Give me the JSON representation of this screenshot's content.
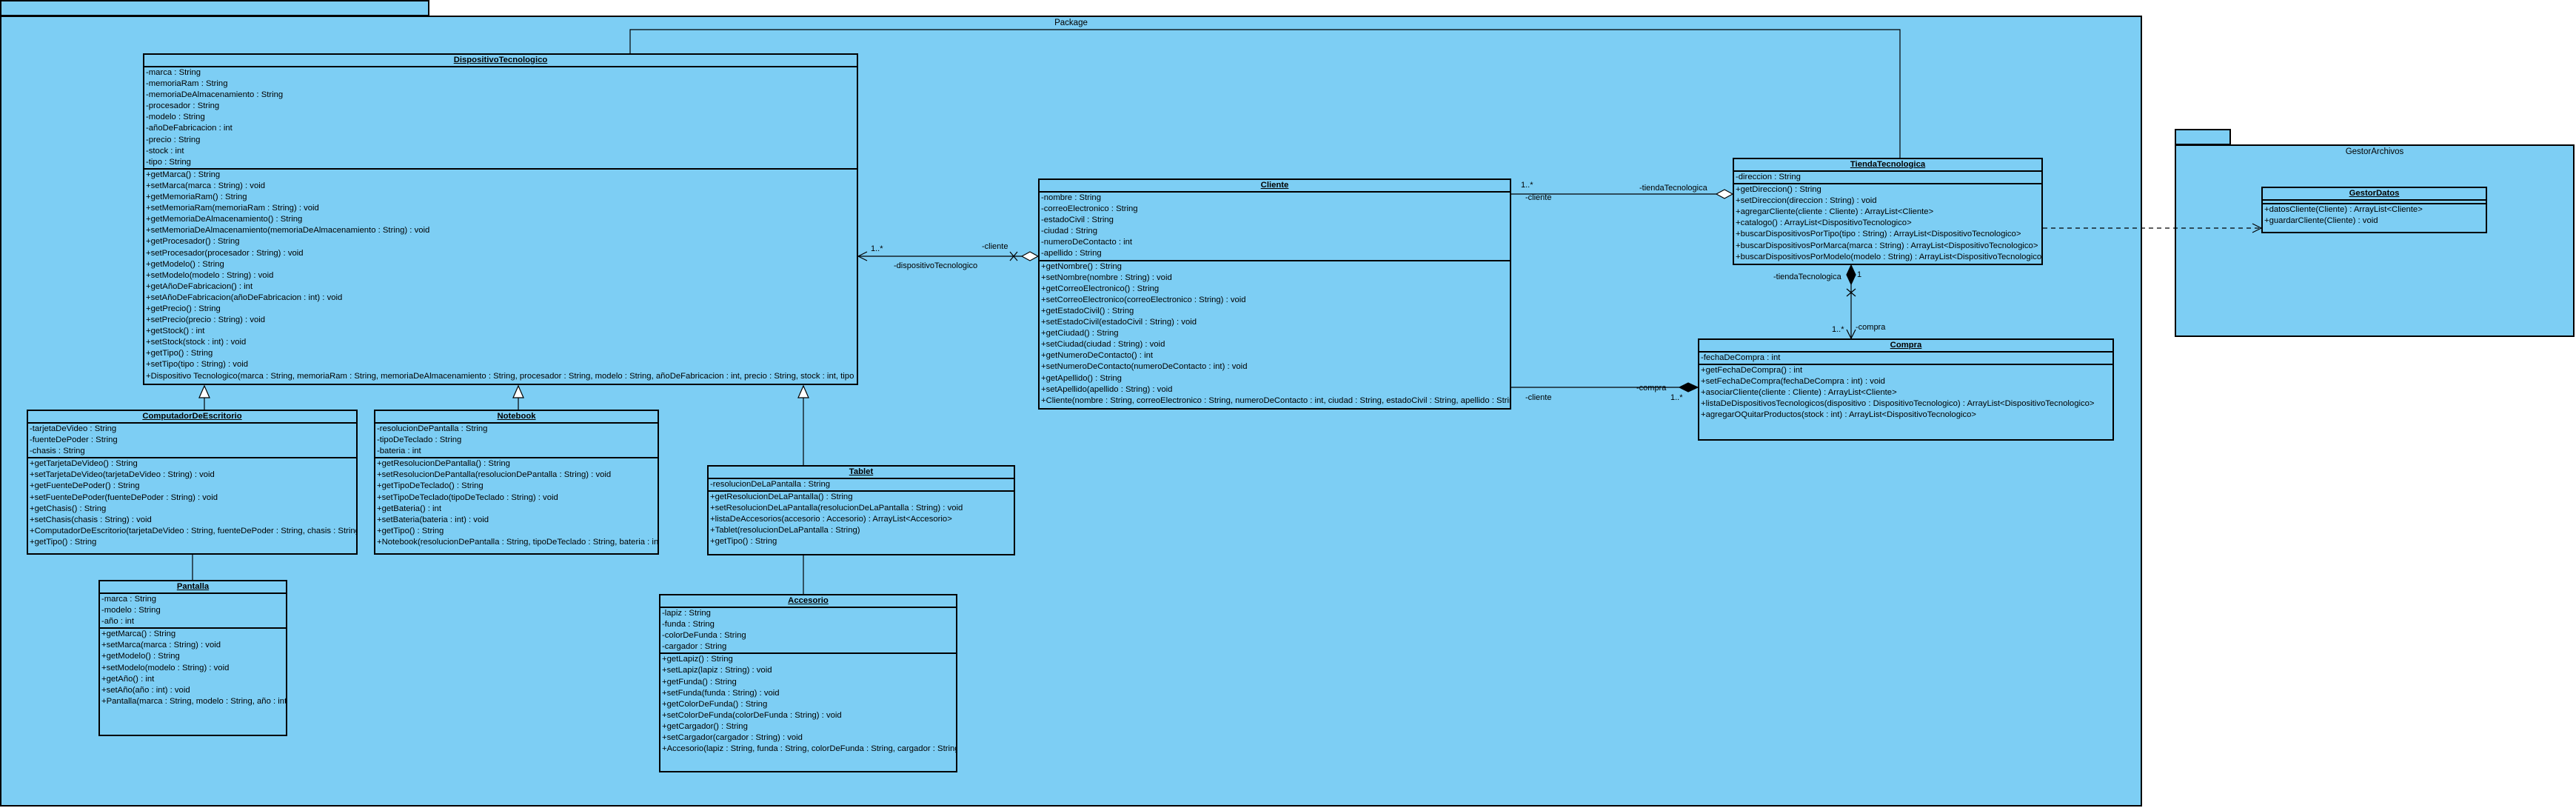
{
  "header_note": "",
  "packages": [
    {
      "id": "package",
      "label": "Package"
    },
    {
      "id": "gestor",
      "label": "GestorArchivos"
    }
  ],
  "classes": {
    "dispositivo": {
      "name": "DispositivoTecnologico",
      "attributes": [
        "-marca : String",
        "-memoriaRam : String",
        "-memoriaDeAlmacenamiento : String",
        "-procesador : String",
        "-modelo : String",
        "-añoDeFabricacion : int",
        "-precio : String",
        "-stock : int",
        "-tipo : String"
      ],
      "methods": [
        "+getMarca() : String",
        "+setMarca(marca : String) : void",
        "+getMemoriaRam() : String",
        "+setMemoriaRam(memoriaRam : String) : void",
        "+getMemoriaDeAlmacenamiento() : String",
        "+setMemoriaDeAlmacenamiento(memoriaDeAlmacenamiento : String) : void",
        "+getProcesador() : String",
        "+setProcesador(procesador : String) : void",
        "+getModelo() : String",
        "+setModelo(modelo : String) : void",
        "+getAñoDeFabricacion() : int",
        "+setAñoDeFabricacion(añoDeFabricacion : int) : void",
        "+getPrecio() : String",
        "+setPrecio(precio : String) : void",
        "+getStock() : int",
        "+setStock(stock : int) : void",
        "+getTipo() : String",
        "+setTipo(tipo : String) : void",
        "+Dispositivo Tecnologico(marca : String, memoriaRam : String, memoriaDeAlmacenamiento : String, procesador : String, modelo : String, añoDeFabricacion : int, precio : String, stock : int, tipo : String)"
      ]
    },
    "computador": {
      "name": "ComputadorDeEscritorio",
      "attributes": [
        "-tarjetaDeVideo : String",
        "-fuenteDePoder : String",
        "-chasis : String"
      ],
      "methods": [
        "+getTarjetaDeVideo() : String",
        "+setTarjetaDeVideo(tarjetaDeVideo : String) : void",
        "+getFuenteDePoder() : String",
        "+setFuenteDePoder(fuenteDePoder : String) : void",
        "+getChasis() : String",
        "+setChasis(chasis : String) : void",
        "+ComputadorDeEscritorio(tarjetaDeVideo : String, fuenteDePoder : String, chasis : String)",
        "+getTipo() : String"
      ]
    },
    "notebook": {
      "name": "Notebook",
      "attributes": [
        "-resolucionDePantalla : String",
        "-tipoDeTeclado : String",
        "-bateria : int"
      ],
      "methods": [
        "+getResolucionDePantalla() : String",
        "+setResolucionDePantalla(resolucionDePantalla : String) : void",
        "+getTipoDeTeclado() : String",
        "+setTipoDeTeclado(tipoDeTeclado : String) : void",
        "+getBateria() : int",
        "+setBateria(bateria : int) : void",
        "+getTipo() : String",
        "+Notebook(resolucionDePantalla : String, tipoDeTeclado : String, bateria : int)"
      ]
    },
    "tablet": {
      "name": "Tablet",
      "attributes": [
        "-resolucionDeLaPantalla : String"
      ],
      "methods": [
        "+getResolucionDeLaPantalla() : String",
        "+setResolucionDeLaPantalla(resolucionDeLaPantalla : String) : void",
        "+listaDeAccesorios(accesorio : Accesorio) : ArrayList<Accesorio>",
        "+Tablet(resolucionDeLaPantalla : String)",
        "+getTipo() : String"
      ]
    },
    "pantalla": {
      "name": "Pantalla",
      "attributes": [
        "-marca : String",
        "-modelo : String",
        "-año : int"
      ],
      "methods": [
        "+getMarca() : String",
        "+setMarca(marca : String) : void",
        "+getModelo() : String",
        "+setModelo(modelo : String) : void",
        "+getAño() : int",
        "+setAño(año : int) : void",
        "+Pantalla(marca : String, modelo : String, año : int)"
      ]
    },
    "accesorio": {
      "name": "Accesorio",
      "attributes": [
        "-lapiz : String",
        "-funda : String",
        "-colorDeFunda : String",
        "-cargador : String"
      ],
      "methods": [
        "+getLapiz() : String",
        "+setLapiz(lapiz : String) : void",
        "+getFunda() : String",
        "+setFunda(funda : String) : void",
        "+getColorDeFunda() : String",
        "+setColorDeFunda(colorDeFunda : String) : void",
        "+getCargador() : String",
        "+setCargador(cargador : String) : void",
        "+Accesorio(lapiz : String, funda : String, colorDeFunda : String, cargador : String)"
      ]
    },
    "cliente": {
      "name": "Cliente",
      "attributes": [
        "-nombre : String",
        "-correoElectronico : String",
        "-estadoCivil : String",
        "-ciudad : String",
        "-numeroDeContacto : int",
        "-apellido : String"
      ],
      "methods": [
        "+getNombre() : String",
        "+setNombre(nombre : String) : void",
        "+getCorreoElectronico() : String",
        "+setCorreoElectronico(correoElectronico : String) : void",
        "+getEstadoCivil() : String",
        "+setEstadoCivil(estadoCivil : String) : void",
        "+getCiudad() : String",
        "+setCiudad(ciudad : String) : void",
        "+getNumeroDeContacto() : int",
        "+setNumeroDeContacto(numeroDeContacto : int) : void",
        "+getApellido() : String",
        "+setApellido(apellido : String) : void",
        "+Cliente(nombre : String, correoElectronico : String, numeroDeContacto : int, ciudad : String, estadoCivil : String, apellido : String)"
      ]
    },
    "tienda": {
      "name": "TiendaTecnologica",
      "attributes": [
        "-direccion : String"
      ],
      "methods": [
        "+getDireccion() : String",
        "+setDireccion(direccion : String) : void",
        "+agregarCliente(cliente : Cliente) : ArrayList<Cliente>",
        "+catalogo() : ArrayList<DispositivoTecnologico>",
        "+buscarDispositivosPorTipo(tipo : String) : ArrayList<DispositivoTecnologico>",
        "+buscarDispositivosPorMarca(marca : String) : ArrayList<DispositivoTecnologico>",
        "+buscarDispositivosPorModelo(modelo : String) : ArrayList<DispositivoTecnologico>"
      ]
    },
    "compra": {
      "name": "Compra",
      "attributes": [
        "-fechaDeCompra : int"
      ],
      "methods": [
        "+getFechaDeCompra() : int",
        "+setFechaDeCompra(fechaDeCompra : int) : void",
        "+asociarCliente(cliente : Cliente) : ArrayList<Cliente>",
        "+listaDeDispositivosTecnologicos(dispositivo : DispositivoTecnologico) : ArrayList<DispositivoTecnologico>",
        "+agregarOQuitarProductos(stock : int) : ArrayList<DispositivoTecnologico>"
      ]
    },
    "gestordatos": {
      "name": "GestorDatos",
      "attributes": [],
      "methods": [
        "+datosCliente(Cliente) : ArrayList<Cliente>",
        "+guardarCliente(Cliente) : void"
      ]
    }
  },
  "edge_labels": {
    "cliente_dispositivo_role_src": "-cliente",
    "cliente_dispositivo_role_dst": "-dispositivoTecnologico",
    "cliente_dispositivo_mult": "1..*",
    "cliente_tienda_role_src": "-cliente",
    "cliente_tienda_role_dst": "-tiendaTecnologica",
    "cliente_tienda_mult": "1..*",
    "tienda_compra_role_src": "-tiendaTecnologica",
    "tienda_compra_role_dst": "-compra",
    "tienda_compra_mult_src": "1",
    "tienda_compra_mult_dst": "1..*",
    "cliente_compra_role_src": "-cliente",
    "cliente_compra_role_dst": "-compra",
    "cliente_compra_mult": "1..*"
  }
}
